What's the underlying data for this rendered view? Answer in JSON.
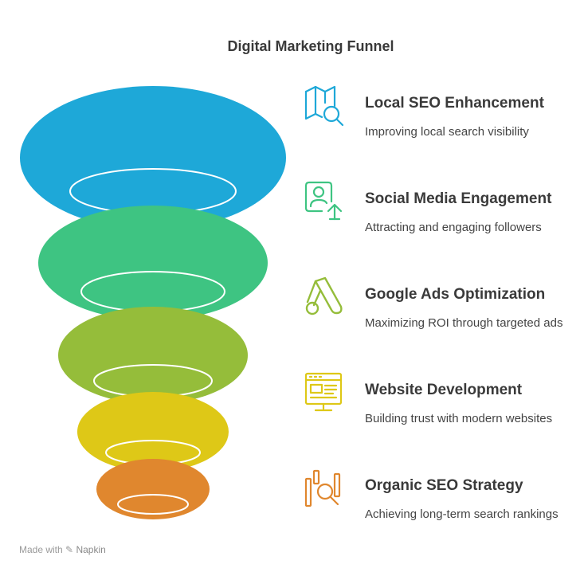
{
  "title": "Digital Marketing Funnel",
  "steps": [
    {
      "heading": "Local SEO Enhancement",
      "desc": "Improving local search visibility",
      "color": "#1EA8D8",
      "icon": "map-search-icon"
    },
    {
      "heading": "Social Media Engagement",
      "desc": "Attracting and engaging followers",
      "color": "#3EC482",
      "icon": "profile-upload-icon"
    },
    {
      "heading": "Google Ads Optimization",
      "desc": "Maximizing ROI through targeted ads",
      "color": "#95BD3A",
      "icon": "google-ads-icon"
    },
    {
      "heading": "Website Development",
      "desc": "Building trust with modern websites",
      "color": "#DEC817",
      "icon": "monitor-webpage-icon"
    },
    {
      "heading": "Organic SEO Strategy",
      "desc": "Achieving long-term search rankings",
      "color": "#E0872E",
      "icon": "chart-search-icon"
    }
  ],
  "footer": {
    "prefix": "Made with",
    "brand": "Napkin"
  }
}
